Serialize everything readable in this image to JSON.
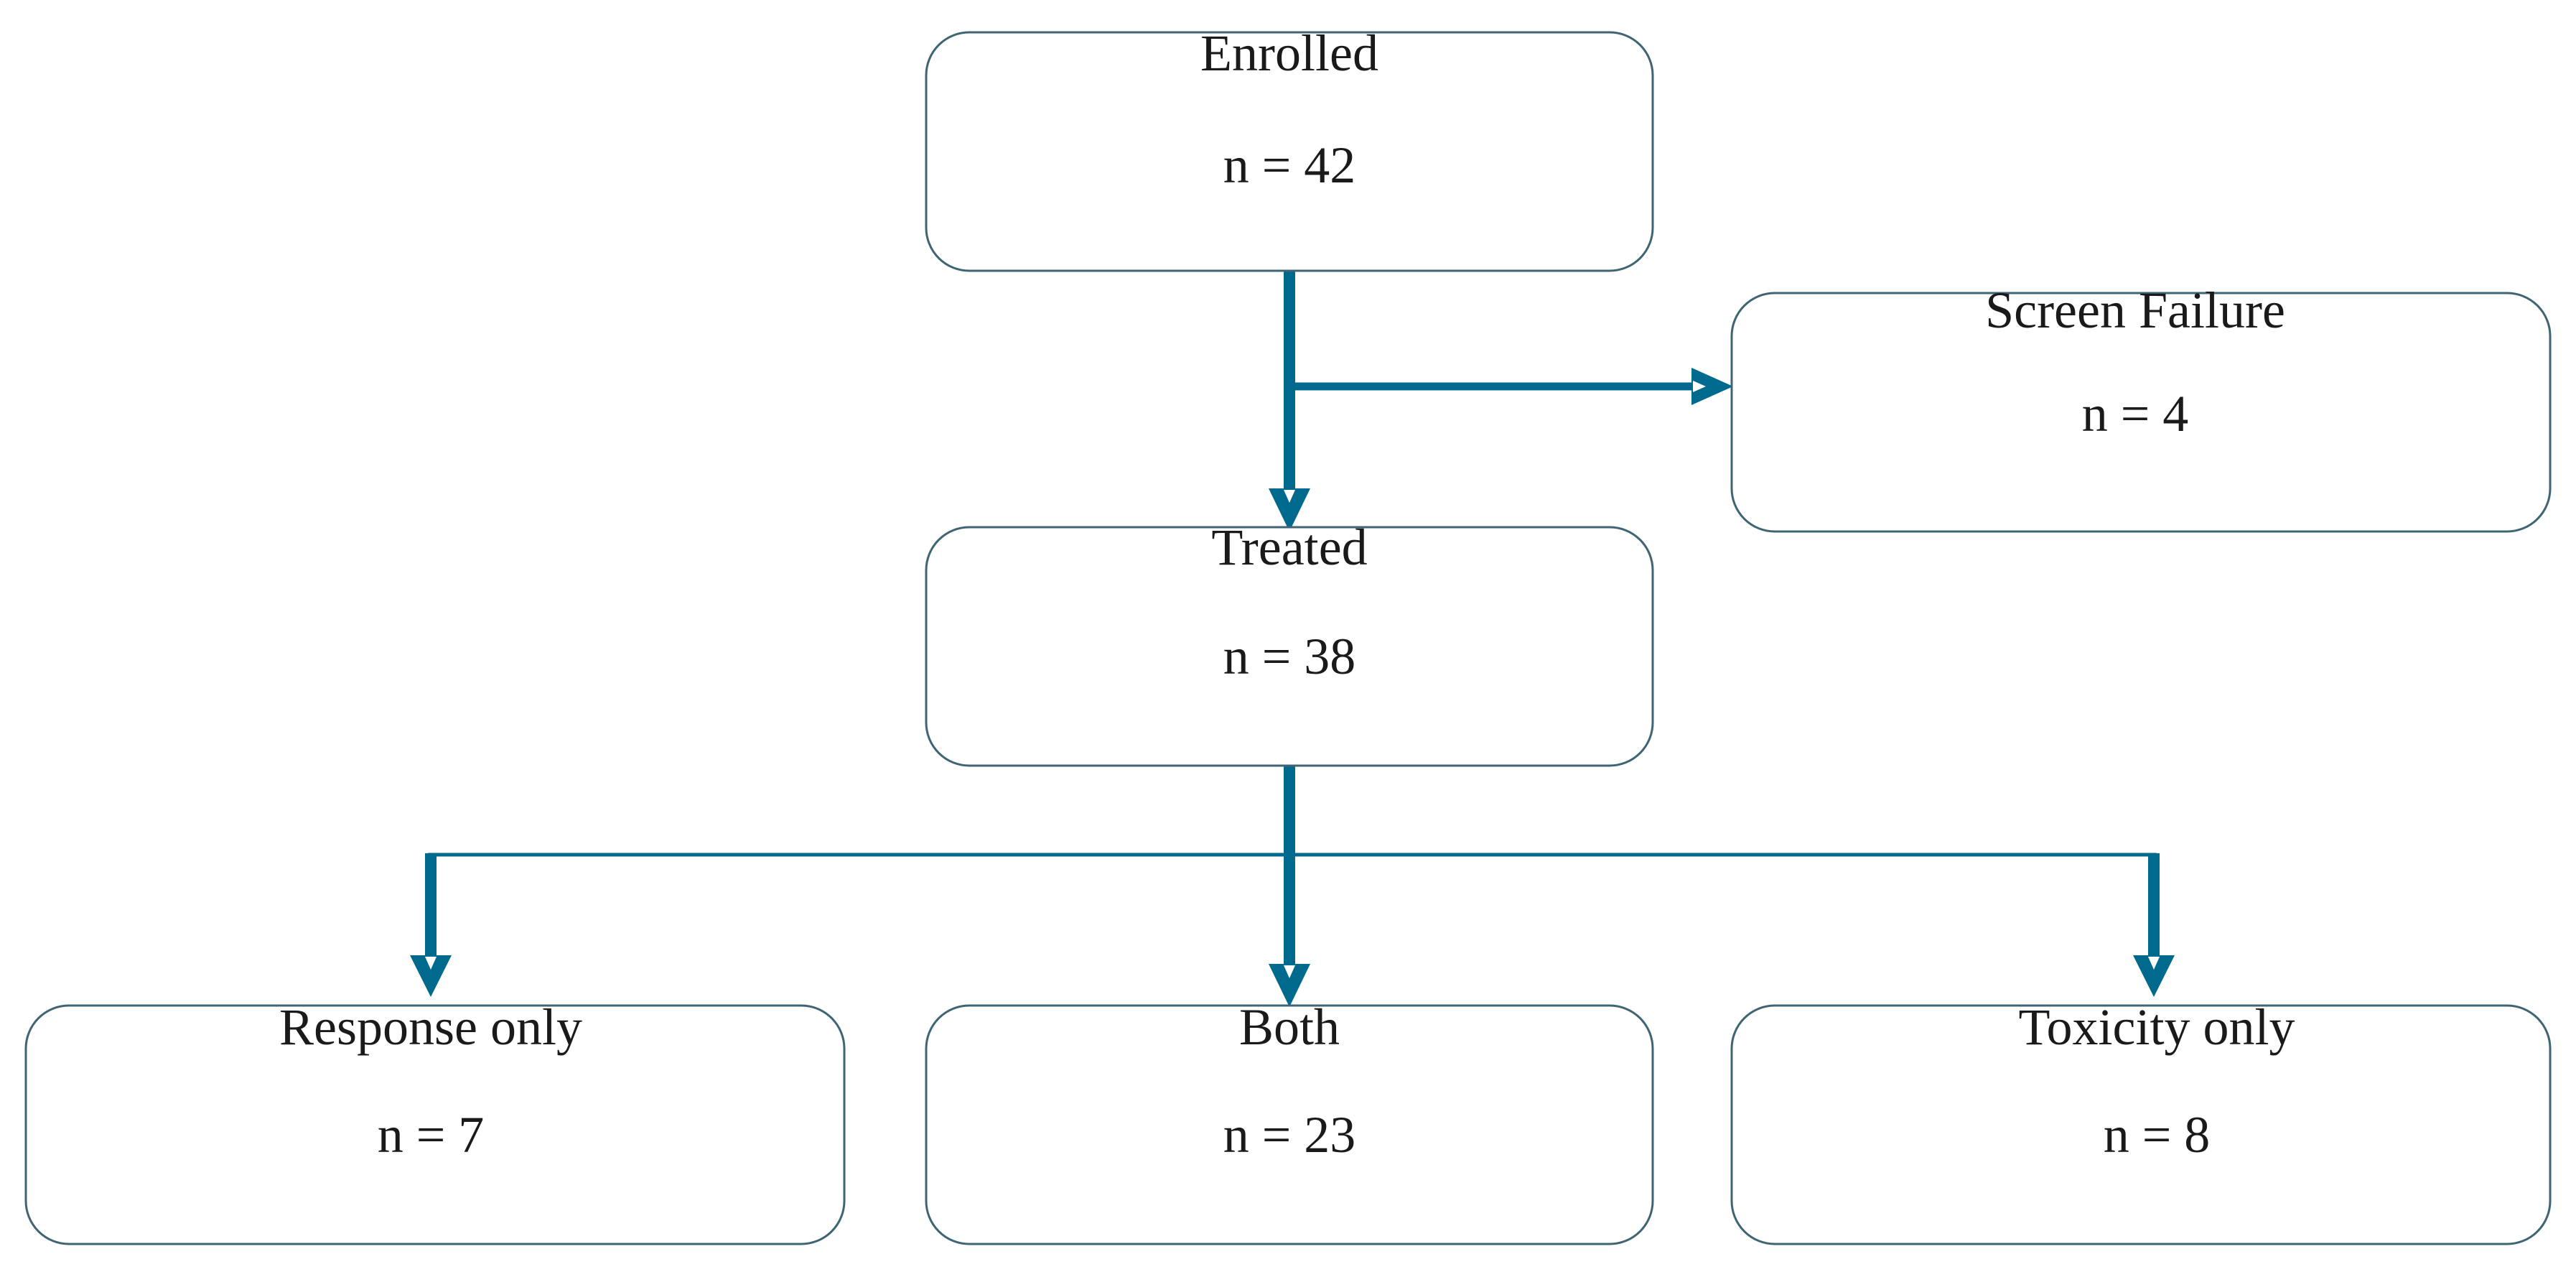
{
  "colors": {
    "box_border": "#3f6473",
    "arrow": "#006a8e",
    "text": "#1a1a1a",
    "background": "#ffffff"
  },
  "nodes": {
    "enrolled": {
      "title": "Enrolled",
      "count": "n = 42"
    },
    "screen_failure": {
      "title": "Screen Failure",
      "count": "n = 4"
    },
    "treated": {
      "title": "Treated",
      "count": "n = 38"
    },
    "response_only": {
      "title": "Response only",
      "count": "n = 7"
    },
    "both": {
      "title": "Both",
      "count": "n = 23"
    },
    "toxicity_only": {
      "title": "Toxicity only",
      "count": "n = 8"
    }
  }
}
